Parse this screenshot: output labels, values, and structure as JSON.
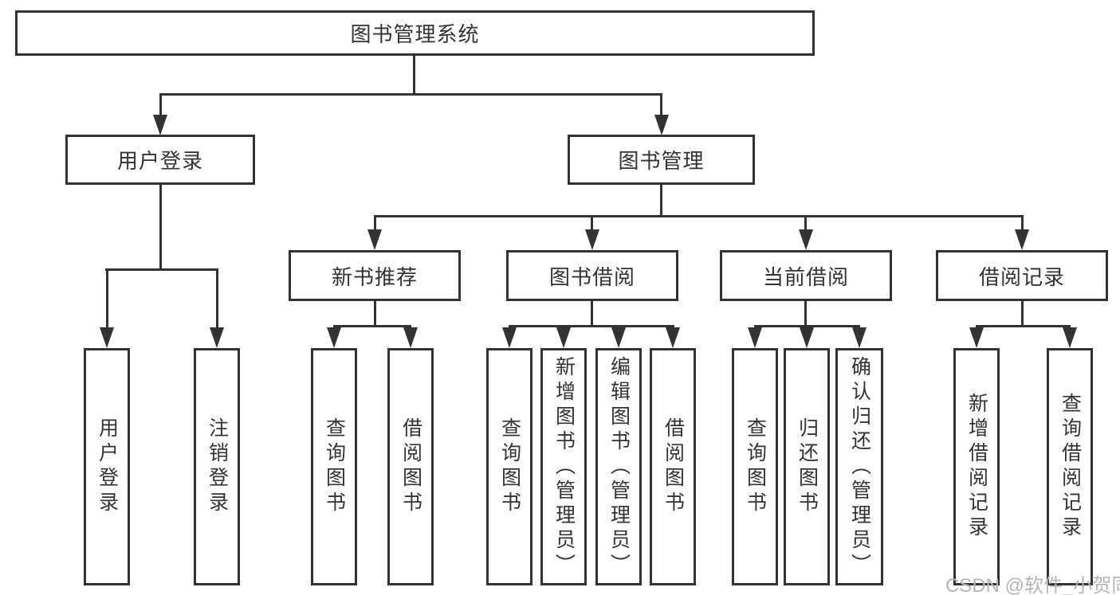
{
  "diagram": {
    "root": {
      "label": "图书管理系统"
    },
    "level2": [
      {
        "label": "用户登录"
      },
      {
        "label": "图书管理"
      }
    ],
    "level3": [
      {
        "label": "新书推荐"
      },
      {
        "label": "图书借阅"
      },
      {
        "label": "当前借阅"
      },
      {
        "label": "借阅记录"
      }
    ],
    "level4": [
      {
        "parent": "用户登录",
        "label": "用户登录"
      },
      {
        "parent": "用户登录",
        "label": "注销登录"
      },
      {
        "parent": "新书推荐",
        "label": "查询图书"
      },
      {
        "parent": "新书推荐",
        "label": "借阅图书"
      },
      {
        "parent": "图书借阅",
        "label": "查询图书"
      },
      {
        "parent": "图书借阅",
        "label": "新增图书（管理员）"
      },
      {
        "parent": "图书借阅",
        "label": "编辑图书（管理员）"
      },
      {
        "parent": "图书借阅",
        "label": "借阅图书"
      },
      {
        "parent": "当前借阅",
        "label": "查询图书"
      },
      {
        "parent": "当前借阅",
        "label": "归还图书"
      },
      {
        "parent": "当前借阅",
        "label": "确认归还（管理员）"
      },
      {
        "parent": "借阅记录",
        "label": "新增借阅记录"
      },
      {
        "parent": "借阅记录",
        "label": "查询借阅记录"
      }
    ]
  },
  "colors": {
    "line": "#333333",
    "text": "#333333",
    "watermark": "#b5b5b5",
    "background": "#ffffff"
  },
  "watermark": {
    "text": "CSDN @软件_小贺同学"
  }
}
